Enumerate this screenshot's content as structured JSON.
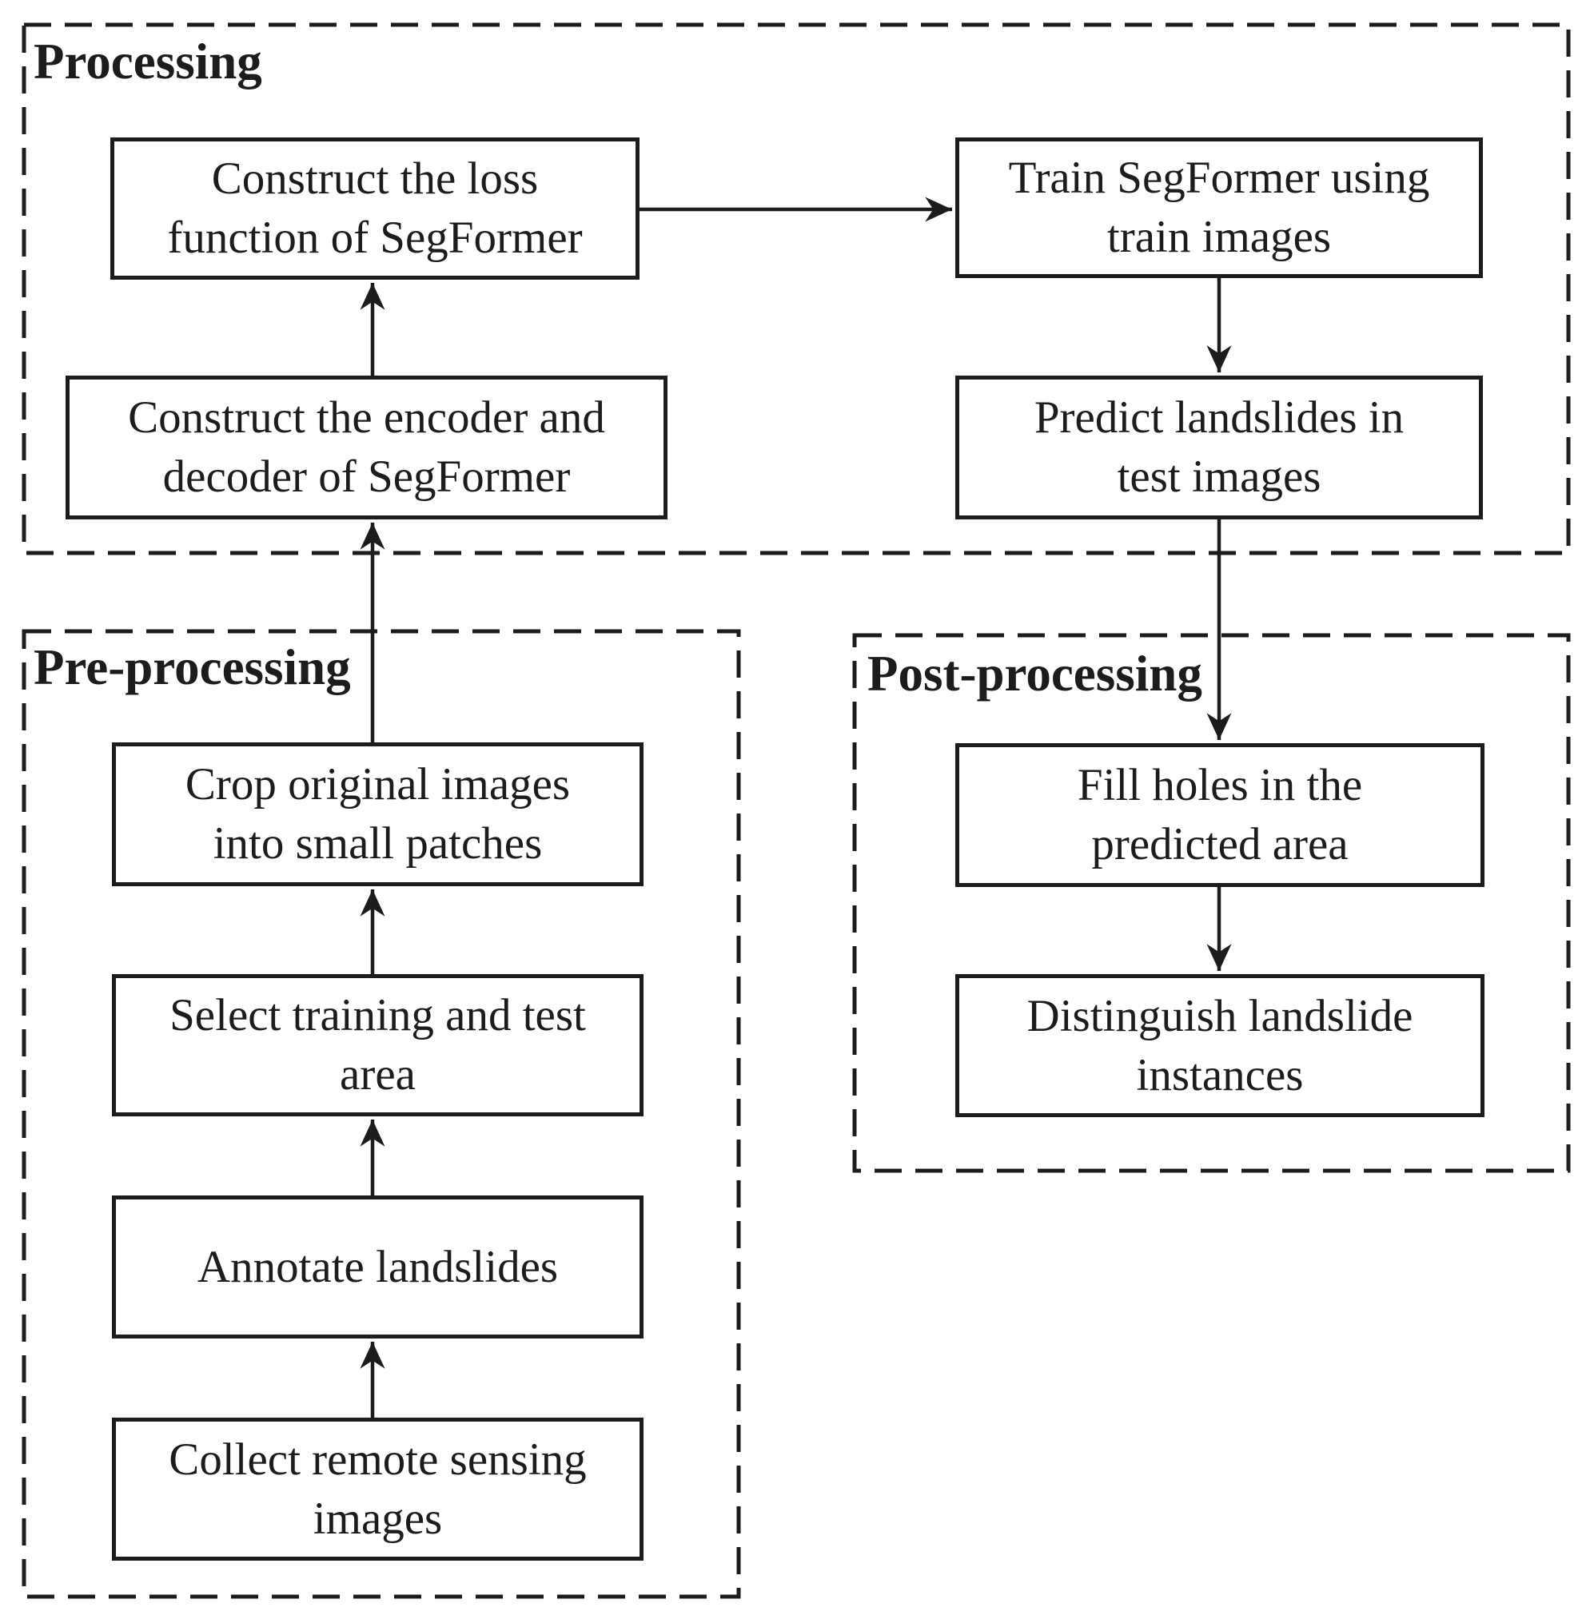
{
  "diagram": {
    "background_color": "#ffffff",
    "stroke_color": "#1c1c1c",
    "text_color": "#1c1c1c",
    "groups": {
      "processing": {
        "label": "Processing"
      },
      "preprocessing": {
        "label": "Pre-processing"
      },
      "postprocessing": {
        "label": "Post-processing"
      }
    },
    "nodes": {
      "construct_loss": {
        "line1": "Construct the loss",
        "line2": "function of SegFormer"
      },
      "construct_encoder": {
        "line1": "Construct the encoder and",
        "line2": "decoder of SegFormer"
      },
      "train": {
        "line1": "Train SegFormer using",
        "line2": "train images"
      },
      "predict": {
        "line1": "Predict landslides in",
        "line2": "test images"
      },
      "fill_holes": {
        "line1": "Fill holes in the",
        "line2": "predicted area"
      },
      "distinguish": {
        "line1": "Distinguish landslide",
        "line2": "instances"
      },
      "crop": {
        "line1": "Crop original images",
        "line2": "into small patches"
      },
      "select_area": {
        "line1": "Select training and test",
        "line2": "area"
      },
      "annotate": {
        "line1": "Annotate landslides"
      },
      "collect": {
        "line1": "Collect remote sensing",
        "line2": "images"
      }
    },
    "edges": [
      {
        "from": "collect",
        "to": "annotate"
      },
      {
        "from": "annotate",
        "to": "select_area"
      },
      {
        "from": "select_area",
        "to": "crop"
      },
      {
        "from": "crop",
        "to": "construct_encoder"
      },
      {
        "from": "construct_encoder",
        "to": "construct_loss"
      },
      {
        "from": "construct_loss",
        "to": "train"
      },
      {
        "from": "train",
        "to": "predict"
      },
      {
        "from": "predict",
        "to": "fill_holes"
      },
      {
        "from": "fill_holes",
        "to": "distinguish"
      }
    ]
  }
}
